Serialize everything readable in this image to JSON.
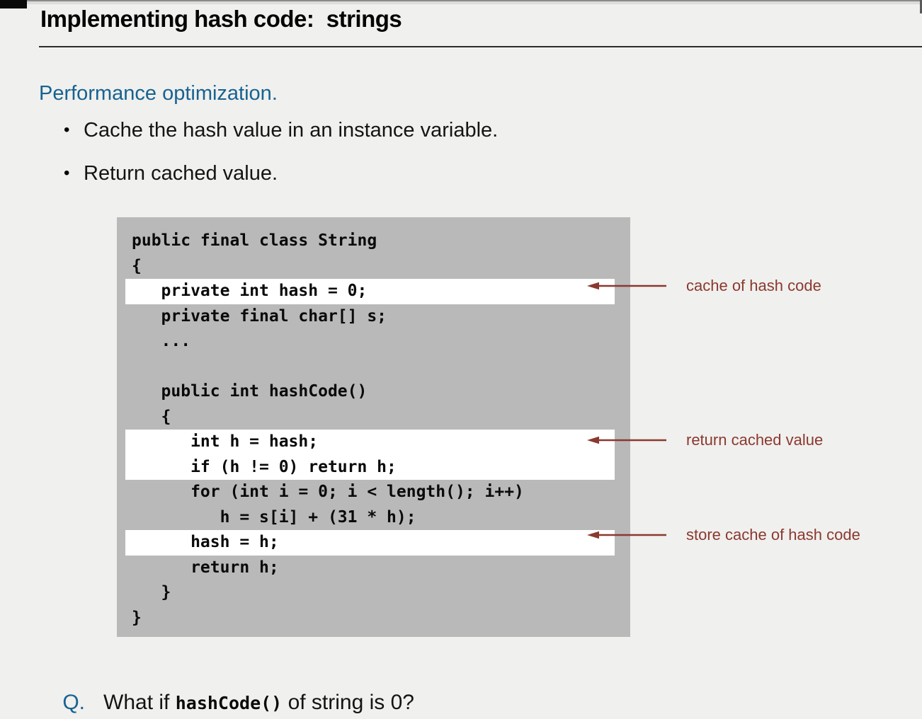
{
  "title": "Implementing hash code:  strings",
  "heading": "Performance optimization.",
  "bullets": [
    "Cache the hash value in an instance variable.",
    "Return cached value."
  ],
  "code": {
    "lines": [
      {
        "text": "public final class String",
        "highlighted": false
      },
      {
        "text": "{",
        "highlighted": false
      },
      {
        "text": "   private int hash = 0;",
        "highlighted": true
      },
      {
        "text": "   private final char[] s;",
        "highlighted": false
      },
      {
        "text": "   ...",
        "highlighted": false
      },
      {
        "text": "",
        "highlighted": false
      },
      {
        "text": "   public int hashCode()",
        "highlighted": false
      },
      {
        "text": "   {",
        "highlighted": false
      },
      {
        "text": "      int h = hash;",
        "highlighted": true
      },
      {
        "text": "      if (h != 0) return h;",
        "highlighted": true
      },
      {
        "text": "      for (int i = 0; i < length(); i++)",
        "highlighted": false
      },
      {
        "text": "         h = s[i] + (31 * h);",
        "highlighted": false
      },
      {
        "text": "      hash = h;",
        "highlighted": true
      },
      {
        "text": "      return h;",
        "highlighted": false
      },
      {
        "text": "   }",
        "highlighted": false
      },
      {
        "text": "}",
        "highlighted": false
      }
    ]
  },
  "annotations": [
    {
      "label": "cache of hash code"
    },
    {
      "label": "return cached value"
    },
    {
      "label": "store cache of hash code"
    }
  ],
  "question": {
    "prefix": "Q.",
    "pre_code": "What if ",
    "code": "hashCode()",
    "post_code": " of string is 0?"
  },
  "colors": {
    "background": "#f0f0ee",
    "code_panel": "#b9b9b9",
    "highlight": "#ffffff",
    "accent_blue": "#176391",
    "annotation_maroon": "#8b392f",
    "text": "#141414"
  }
}
